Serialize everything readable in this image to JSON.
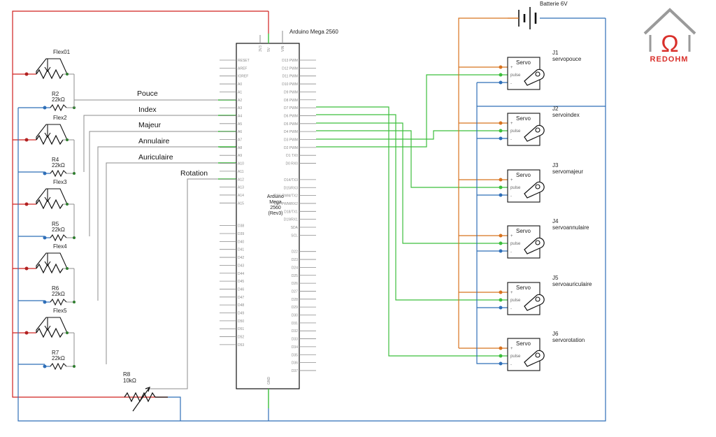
{
  "arduino": {
    "title": "Arduino Mega 2560",
    "center_label": [
      "Arduino",
      "Mega",
      "2560",
      "(Rev3)"
    ],
    "top_pins": [
      "3V3",
      "5V",
      "VIN"
    ],
    "bottom_pin": "GND",
    "left_pins": [
      "RESET",
      "AREF",
      "IOREF",
      "A0",
      "A1",
      "A2",
      "A3",
      "A4",
      "A5",
      "A6",
      "A7",
      "A8",
      "A9",
      "A10",
      "A11",
      "A12",
      "A13",
      "A14",
      "A15",
      "D38",
      "D39",
      "D40",
      "D41",
      "D42",
      "D43",
      "D44",
      "D45",
      "D46",
      "D47",
      "D48",
      "D49",
      "D50",
      "D51",
      "D52",
      "D53"
    ],
    "right_pins": [
      "D13 PWM",
      "D12 PWM",
      "D11 PWM",
      "D10 PWM",
      "D9 PWM",
      "D8 PWM",
      "D7 PWM",
      "D6 PWM",
      "D5 PWM",
      "D4 PWM",
      "D3 PWM",
      "D2 PWM",
      "D1 TX0",
      "D0 RX0",
      "D14/TX3",
      "D15/RX3",
      "D16 PWM/TX2",
      "D17 PWM/RX2",
      "D18/TX1",
      "D19/RX1",
      "SDA",
      "SCL",
      "D22",
      "D23",
      "D24",
      "D25",
      "D26",
      "D27",
      "D28",
      "D29",
      "D30",
      "D31",
      "D32",
      "D33",
      "D34",
      "D35",
      "D36",
      "D37"
    ]
  },
  "flex_sensors": [
    {
      "name": "Flex01",
      "resistor": "R2",
      "value": "22kΩ",
      "wire_label": "Pouce"
    },
    {
      "name": "Flex2",
      "resistor": "R4",
      "value": "22kΩ",
      "wire_label": "Index"
    },
    {
      "name": "Flex3",
      "resistor": "R5",
      "value": "22kΩ",
      "wire_label": "Majeur"
    },
    {
      "name": "Flex4",
      "resistor": "R6",
      "value": "22kΩ",
      "wire_label": "Annulaire"
    },
    {
      "name": "Flex5",
      "resistor": "R7",
      "value": "22kΩ",
      "wire_label": "Auriculaire"
    }
  ],
  "rotation_pot": {
    "name": "R8",
    "value": "10kΩ",
    "wire_label": "Rotation"
  },
  "battery": {
    "label": "Batterie 6V"
  },
  "servos": [
    {
      "ref": "J1",
      "name": "servopouce"
    },
    {
      "ref": "J2",
      "name": "servoindex"
    },
    {
      "ref": "J3",
      "name": "servomajeur"
    },
    {
      "ref": "J4",
      "name": "servoannulaire"
    },
    {
      "ref": "J5",
      "name": "servoauriculaire"
    },
    {
      "ref": "J6",
      "name": "servorotation"
    }
  ],
  "servo_labels": {
    "title": "Servo",
    "plus": "+",
    "pulse": "pulse",
    "minus": "-"
  },
  "logo": {
    "text": "REDOHM"
  },
  "colors": {
    "vcc": "#d0201e",
    "gnd": "#2f6fb8",
    "signal": "#3cbf3c",
    "servo_power": "#d8731f",
    "analog": "#8c8c8c"
  }
}
